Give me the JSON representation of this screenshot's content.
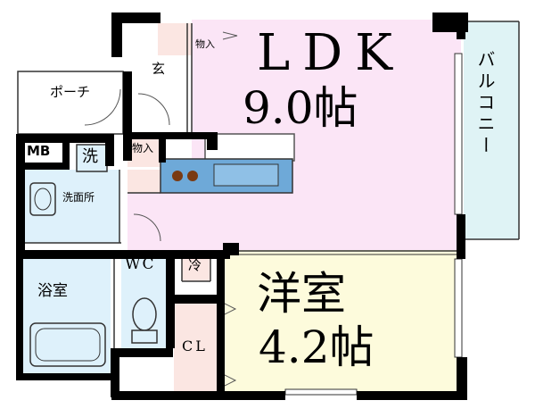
{
  "rooms": {
    "ldk": {
      "name": "LDK",
      "size": "9.0帖",
      "color": "#fbe5f6"
    },
    "western": {
      "name": "洋室",
      "size": "4.2帖",
      "color": "#fdfbdc"
    },
    "balcony": {
      "name": "バルコニー",
      "color": "#dff3f5"
    },
    "porch": {
      "name": "ポーチ"
    },
    "entrance": {
      "name": "玄"
    },
    "mb": {
      "name": "MB"
    },
    "washer": {
      "name": "洗"
    },
    "storage_top": {
      "name": "物入"
    },
    "storage_mid": {
      "name": "物入"
    },
    "washroom": {
      "name": "洗面所",
      "color": "#def1fb"
    },
    "bath": {
      "name": "浴室",
      "color": "#def1fb"
    },
    "wc": {
      "name": "WC",
      "color": "#def1fb"
    },
    "fridge": {
      "name": "冷"
    },
    "closet": {
      "name": "CL"
    }
  },
  "colors": {
    "wall": "#000000",
    "storage": "#fbe6e2",
    "kitchen_counter": "#6ea9d8",
    "burner": "#7a3a12"
  }
}
